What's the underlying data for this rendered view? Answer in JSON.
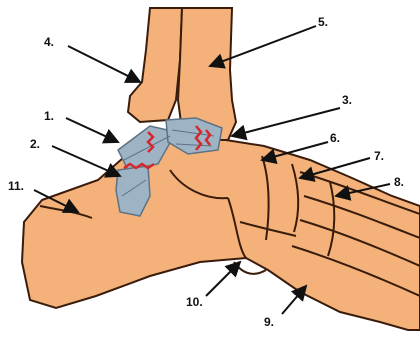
{
  "colors": {
    "bone": "#F4B27A",
    "outline": "#3a1c0c",
    "ligament": "#9EB4C4",
    "ligament_dark": "#5d7284",
    "tear": "#D7262B",
    "arrow": "#111111"
  },
  "labels": [
    {
      "id": "1",
      "text": "1."
    },
    {
      "id": "2",
      "text": "2."
    },
    {
      "id": "3",
      "text": "3."
    },
    {
      "id": "4",
      "text": "4."
    },
    {
      "id": "5",
      "text": "5."
    },
    {
      "id": "6",
      "text": "6."
    },
    {
      "id": "7",
      "text": "7."
    },
    {
      "id": "8",
      "text": "8."
    },
    {
      "id": "9",
      "text": "9."
    },
    {
      "id": "10",
      "text": "10."
    },
    {
      "id": "11",
      "text": "11."
    }
  ]
}
